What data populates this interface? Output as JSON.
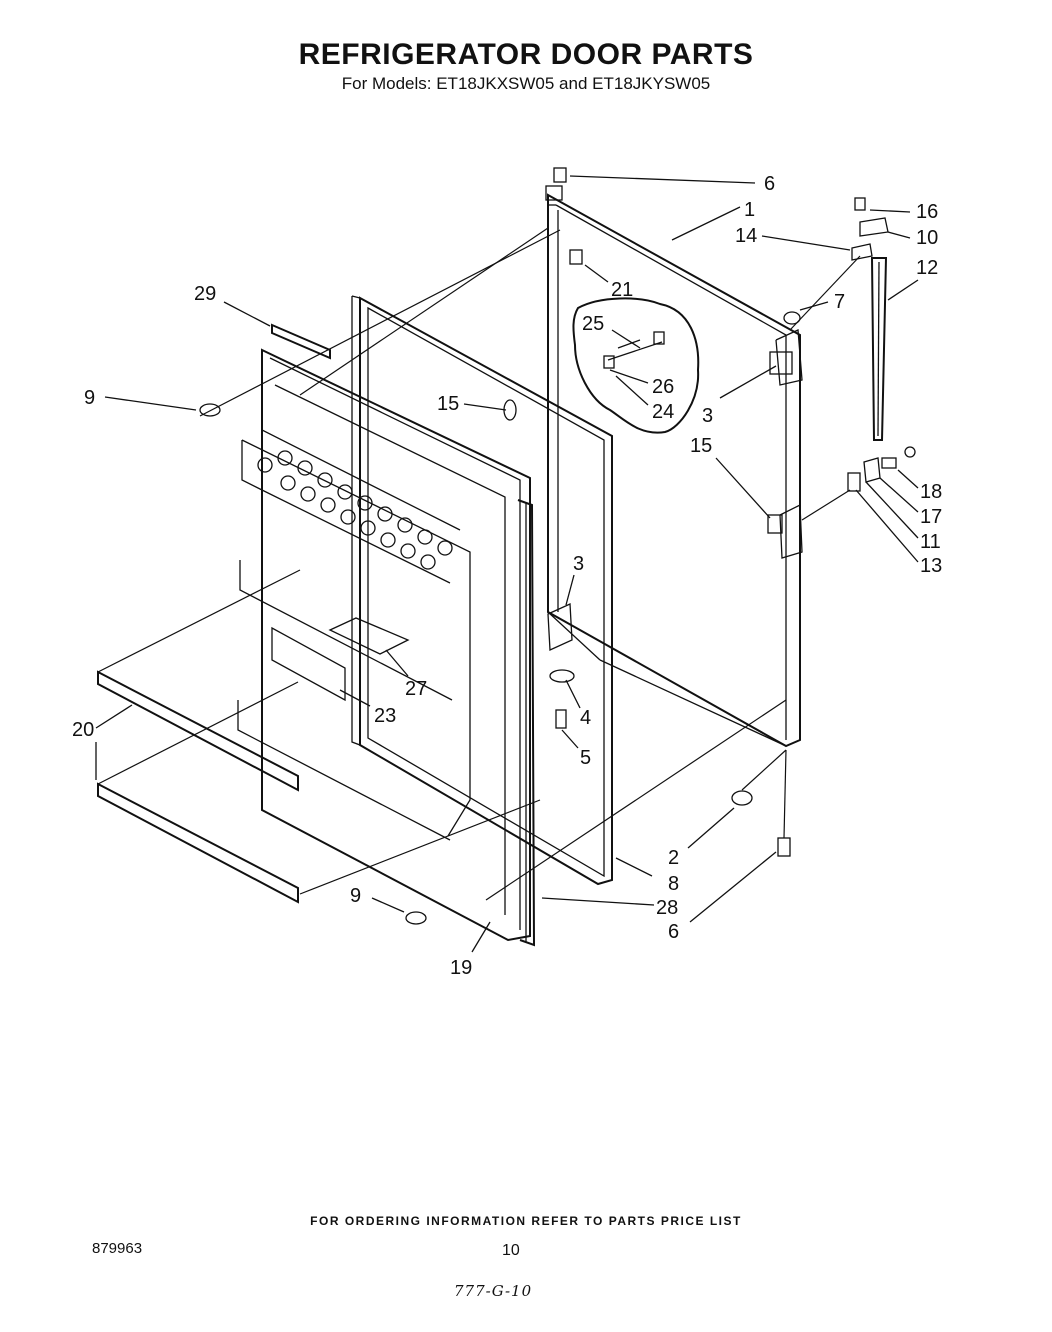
{
  "header": {
    "title": "REFRIGERATOR DOOR PARTS",
    "subtitle": "For Models: ET18JKXSW05 and ET18JKYSW05"
  },
  "callouts": {
    "c1": "1",
    "c2": "2",
    "c3a": "3",
    "c3b": "3",
    "c4": "4",
    "c5": "5",
    "c6a": "6",
    "c6b": "6",
    "c7": "7",
    "c8": "8",
    "c9a": "9",
    "c9b": "9",
    "c10": "10",
    "c11": "11",
    "c12": "12",
    "c13": "13",
    "c14": "14",
    "c15a": "15",
    "c15b": "15",
    "c16": "16",
    "c17": "17",
    "c18": "18",
    "c19": "19",
    "c20": "20",
    "c21": "21",
    "c23": "23",
    "c24": "24",
    "c25": "25",
    "c26": "26",
    "c27": "27",
    "c28": "28",
    "c29": "29"
  },
  "footer": {
    "ordering_note": "FOR ORDERING INFORMATION REFER TO PARTS PRICE LIST",
    "document_number": "879963",
    "page_number": "10",
    "handwritten_code": "777-G-10"
  }
}
